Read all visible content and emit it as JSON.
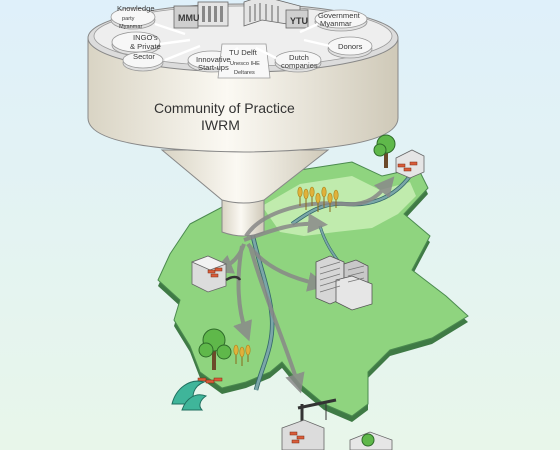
{
  "diagram": {
    "title_line1": "Community of Practice",
    "title_line2": "IWRM",
    "labels": {
      "mmu": "MMU",
      "ytu": "YTU",
      "knowledge_line1": "Knowledge",
      "knowledge_line2": "party",
      "knowledge_line3": "Myanmar",
      "ingos_line1": "INGO's",
      "ingos_line2": "& Private",
      "ingos_line3": "Sector",
      "government_line1": "Government",
      "government_line2": "Myanmar",
      "donors": "Donors",
      "innovative_line1": "Innovative",
      "innovative_line2": "Start-ups",
      "tu_delft": "TU Delft",
      "unesco": "Unesco IHE",
      "deltares": "Deltares",
      "dutch_line1": "Dutch",
      "dutch_line2": "companies"
    },
    "colors": {
      "background_top": "#dff0fa",
      "background_bottom": "#e8f6ea",
      "funnel": "#f2efe6",
      "funnel_top": "#e6e6e6",
      "land": "#8fd47f",
      "land_light": "#c9efb5",
      "river": "#7aa6a8",
      "arrow": "#888888",
      "brick": "#d95c3a",
      "tree": "#5fb84a"
    }
  }
}
